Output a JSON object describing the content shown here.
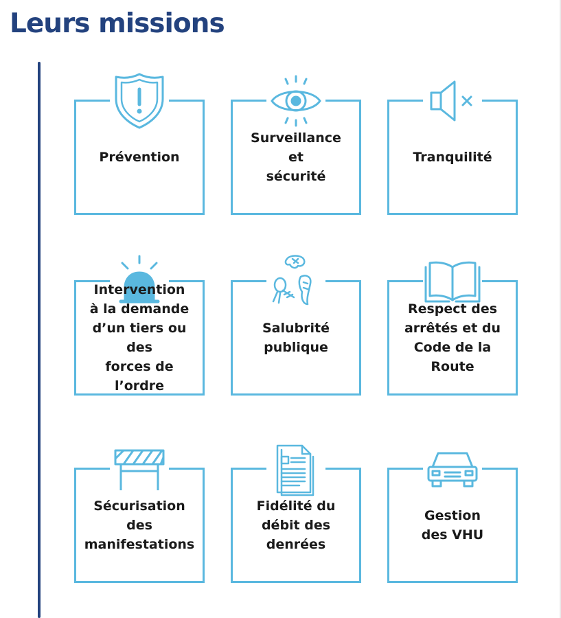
{
  "page": {
    "title": "Leurs missions",
    "title_color": "#23427e",
    "line_color": "#23427e",
    "accent_color": "#5ab8df"
  },
  "missions": [
    {
      "label": "Prévention",
      "icon": "shield-alert-icon"
    },
    {
      "label": "Surveillance\net\nsécurité",
      "icon": "eye-icon"
    },
    {
      "label": "Tranquilité",
      "icon": "speaker-mute-icon"
    },
    {
      "label": "Intervention\nà la demande\nd’un tiers ou des\nforces de l’ordre",
      "icon": "siren-icon"
    },
    {
      "label": "Salubrité\npublique",
      "icon": "waste-icon"
    },
    {
      "label": "Respect des\narrêtés et du\nCode de la\nRoute",
      "icon": "open-book-icon"
    },
    {
      "label": "Sécurisation\ndes\nmanifestations",
      "icon": "barrier-icon"
    },
    {
      "label": "Fidélité du\ndébit des\ndenrées",
      "icon": "document-icon"
    },
    {
      "label": "Gestion\ndes VHU",
      "icon": "car-icon"
    }
  ]
}
